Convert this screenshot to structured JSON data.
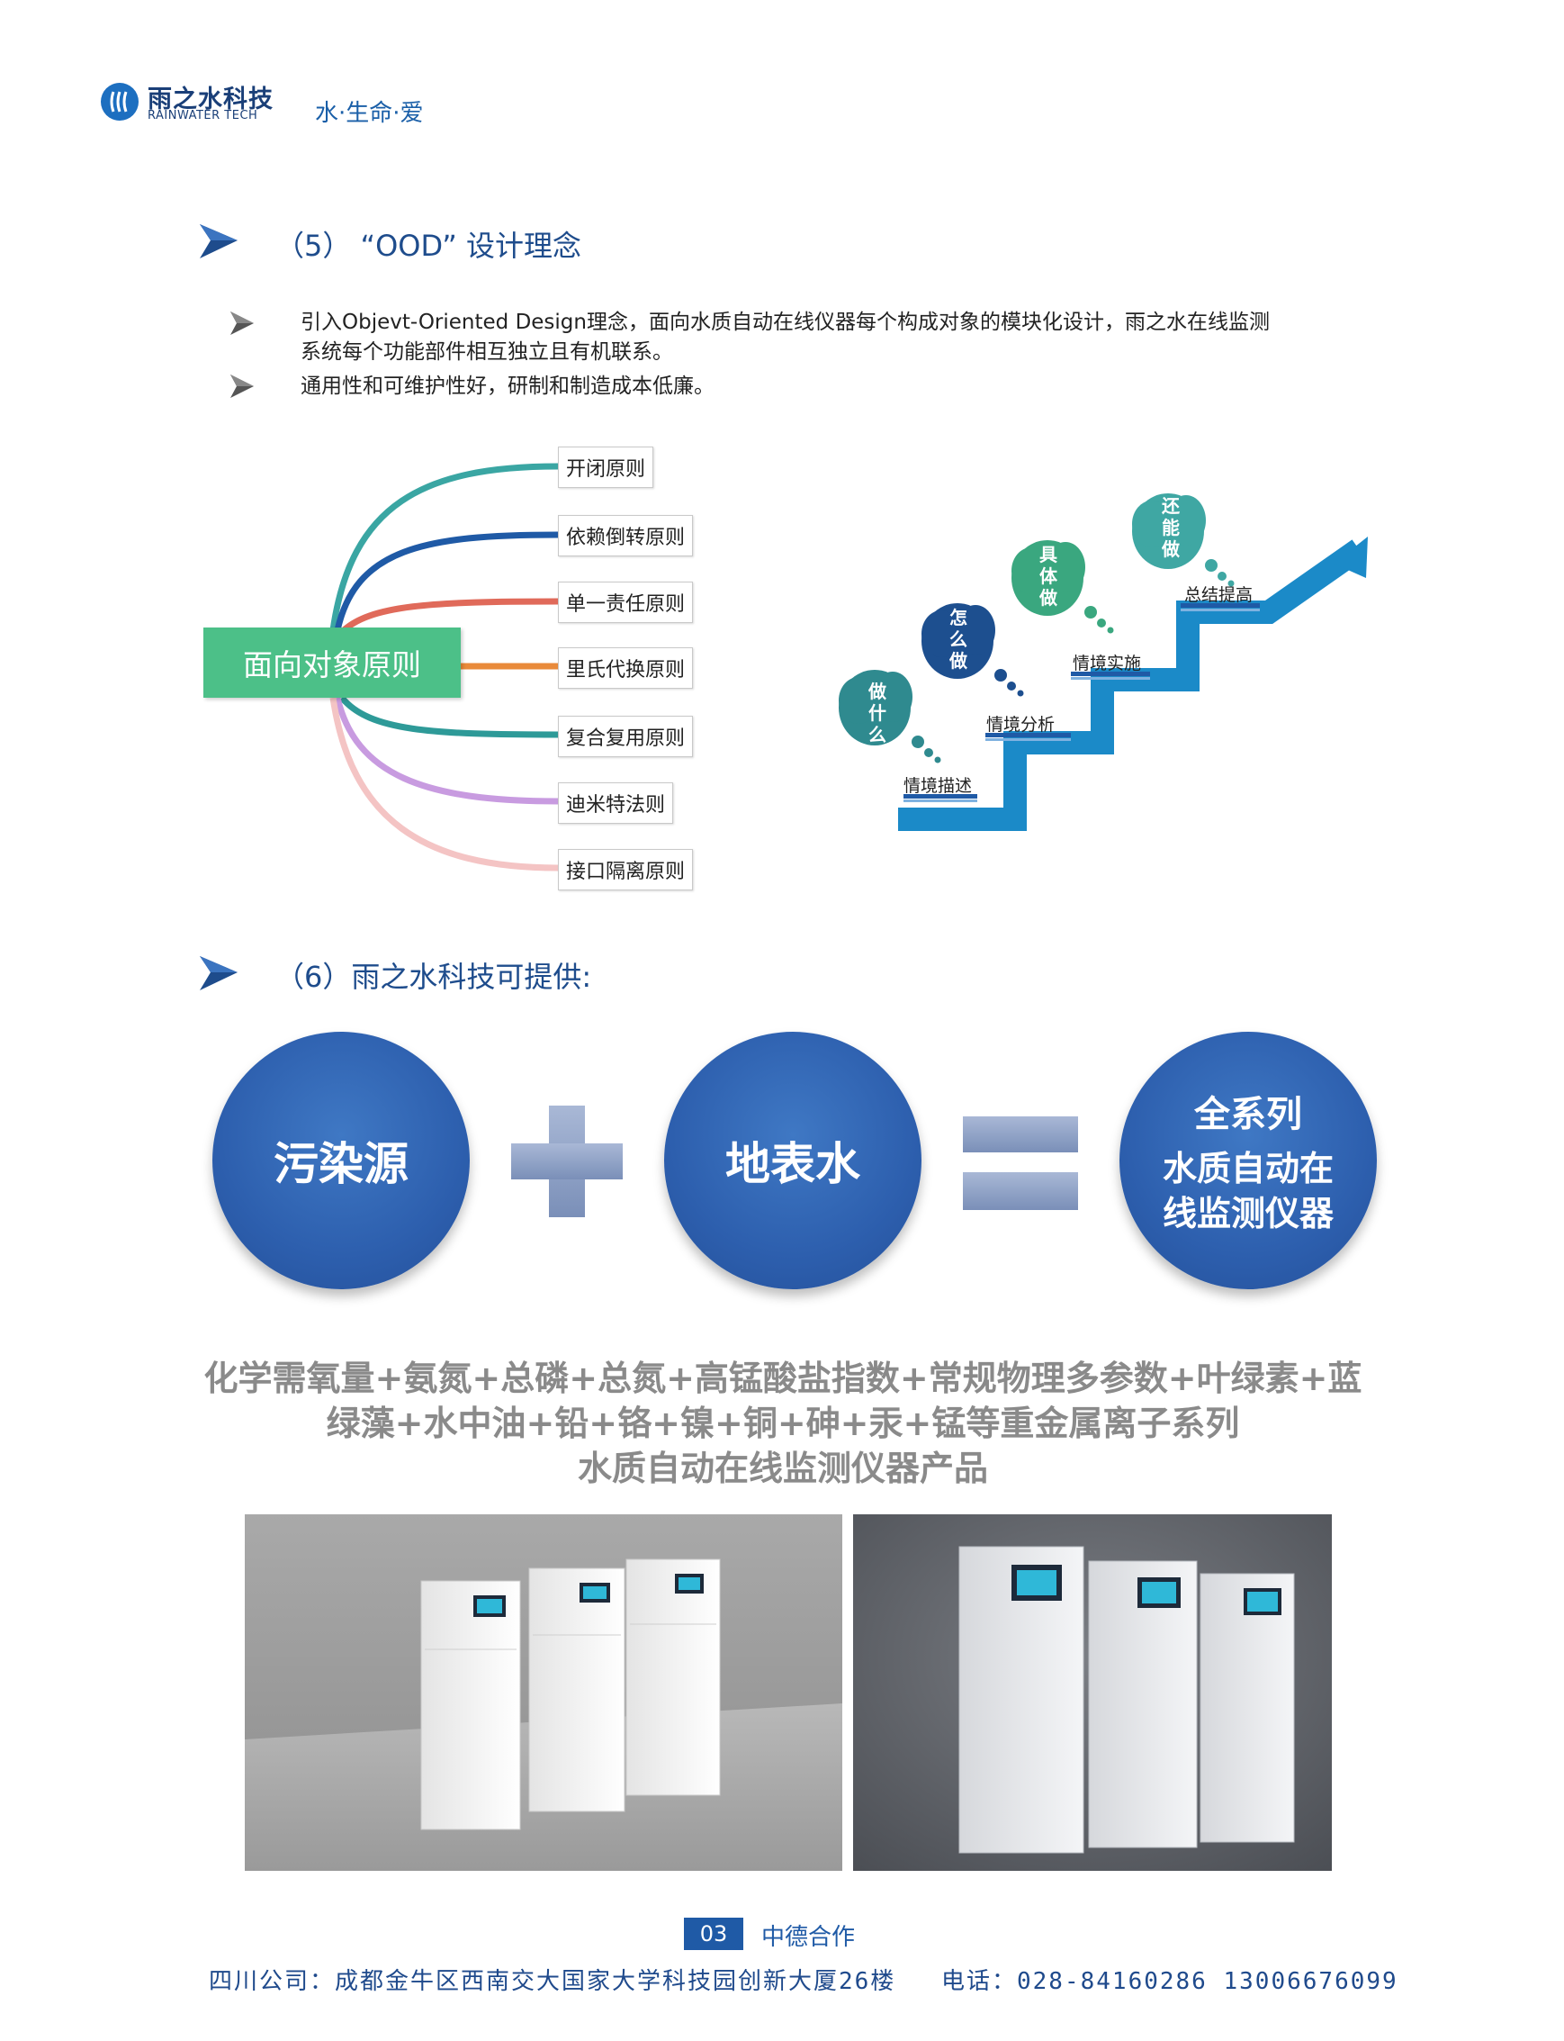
{
  "header": {
    "brand_cn": "雨之水科技",
    "brand_en": "RAINWATER TECH",
    "slogan": "水·生命·爱"
  },
  "section5": {
    "title": "（5） “OOD” 设计理念",
    "bullets": [
      "引入Objevt-Oriented Design理念，面向水质自动在线仪器每个构成对象的模块化设计，雨之水在线监测",
      "系统每个功能部件相互独立且有机联系。",
      "通用性和可维护性好，研制和制造成本低廉。"
    ]
  },
  "mindmap": {
    "root": "面向对象原则",
    "branches": [
      {
        "label": "开闭原则",
        "color": "#3aa6a3"
      },
      {
        "label": "依赖倒转原则",
        "color": "#1f5aa6"
      },
      {
        "label": "单一责任原则",
        "color": "#e06a5a"
      },
      {
        "label": "里氏代换原则",
        "color": "#e98a3a"
      },
      {
        "label": "复合复用原则",
        "color": "#2e9a98"
      },
      {
        "label": "迪米特法则",
        "color": "#c89be0"
      },
      {
        "label": "接口隔离原则",
        "color": "#f4c4c4"
      }
    ]
  },
  "stairs": {
    "clouds": [
      "做什么",
      "怎么做",
      "具体做",
      "还能做"
    ],
    "cloud_colors": [
      "#2f8a8f",
      "#1d4f8f",
      "#3aa77f",
      "#3fa7a3"
    ],
    "steps": [
      "情境描述",
      "情境分析",
      "情境实施",
      "总结提高"
    ],
    "stair_color": "#1b8ac8"
  },
  "section6": {
    "title": "（6）雨之水科技可提供:",
    "circle1": "污染源",
    "circle2": "地表水",
    "circle3_line1": "全系列",
    "circle3_line2": "水质自动在",
    "circle3_line3": "线监测仪器",
    "summary_lines": [
      "化学需氧量+氨氮+总磷+总氮+高锰酸盐指数+常规物理多参数+叶绿素+蓝",
      "绿藻+水中油+铅+铬+镍+铜+砷+汞+锰等重金属离子系列",
      "水质自动在线监测仪器产品"
    ]
  },
  "footer": {
    "page": "03",
    "coop": "中德合作",
    "address": "四川公司：成都金牛区西南交大国家大学科技园创新大厦26楼",
    "phone": "电话：028-84160286  13006676099"
  }
}
